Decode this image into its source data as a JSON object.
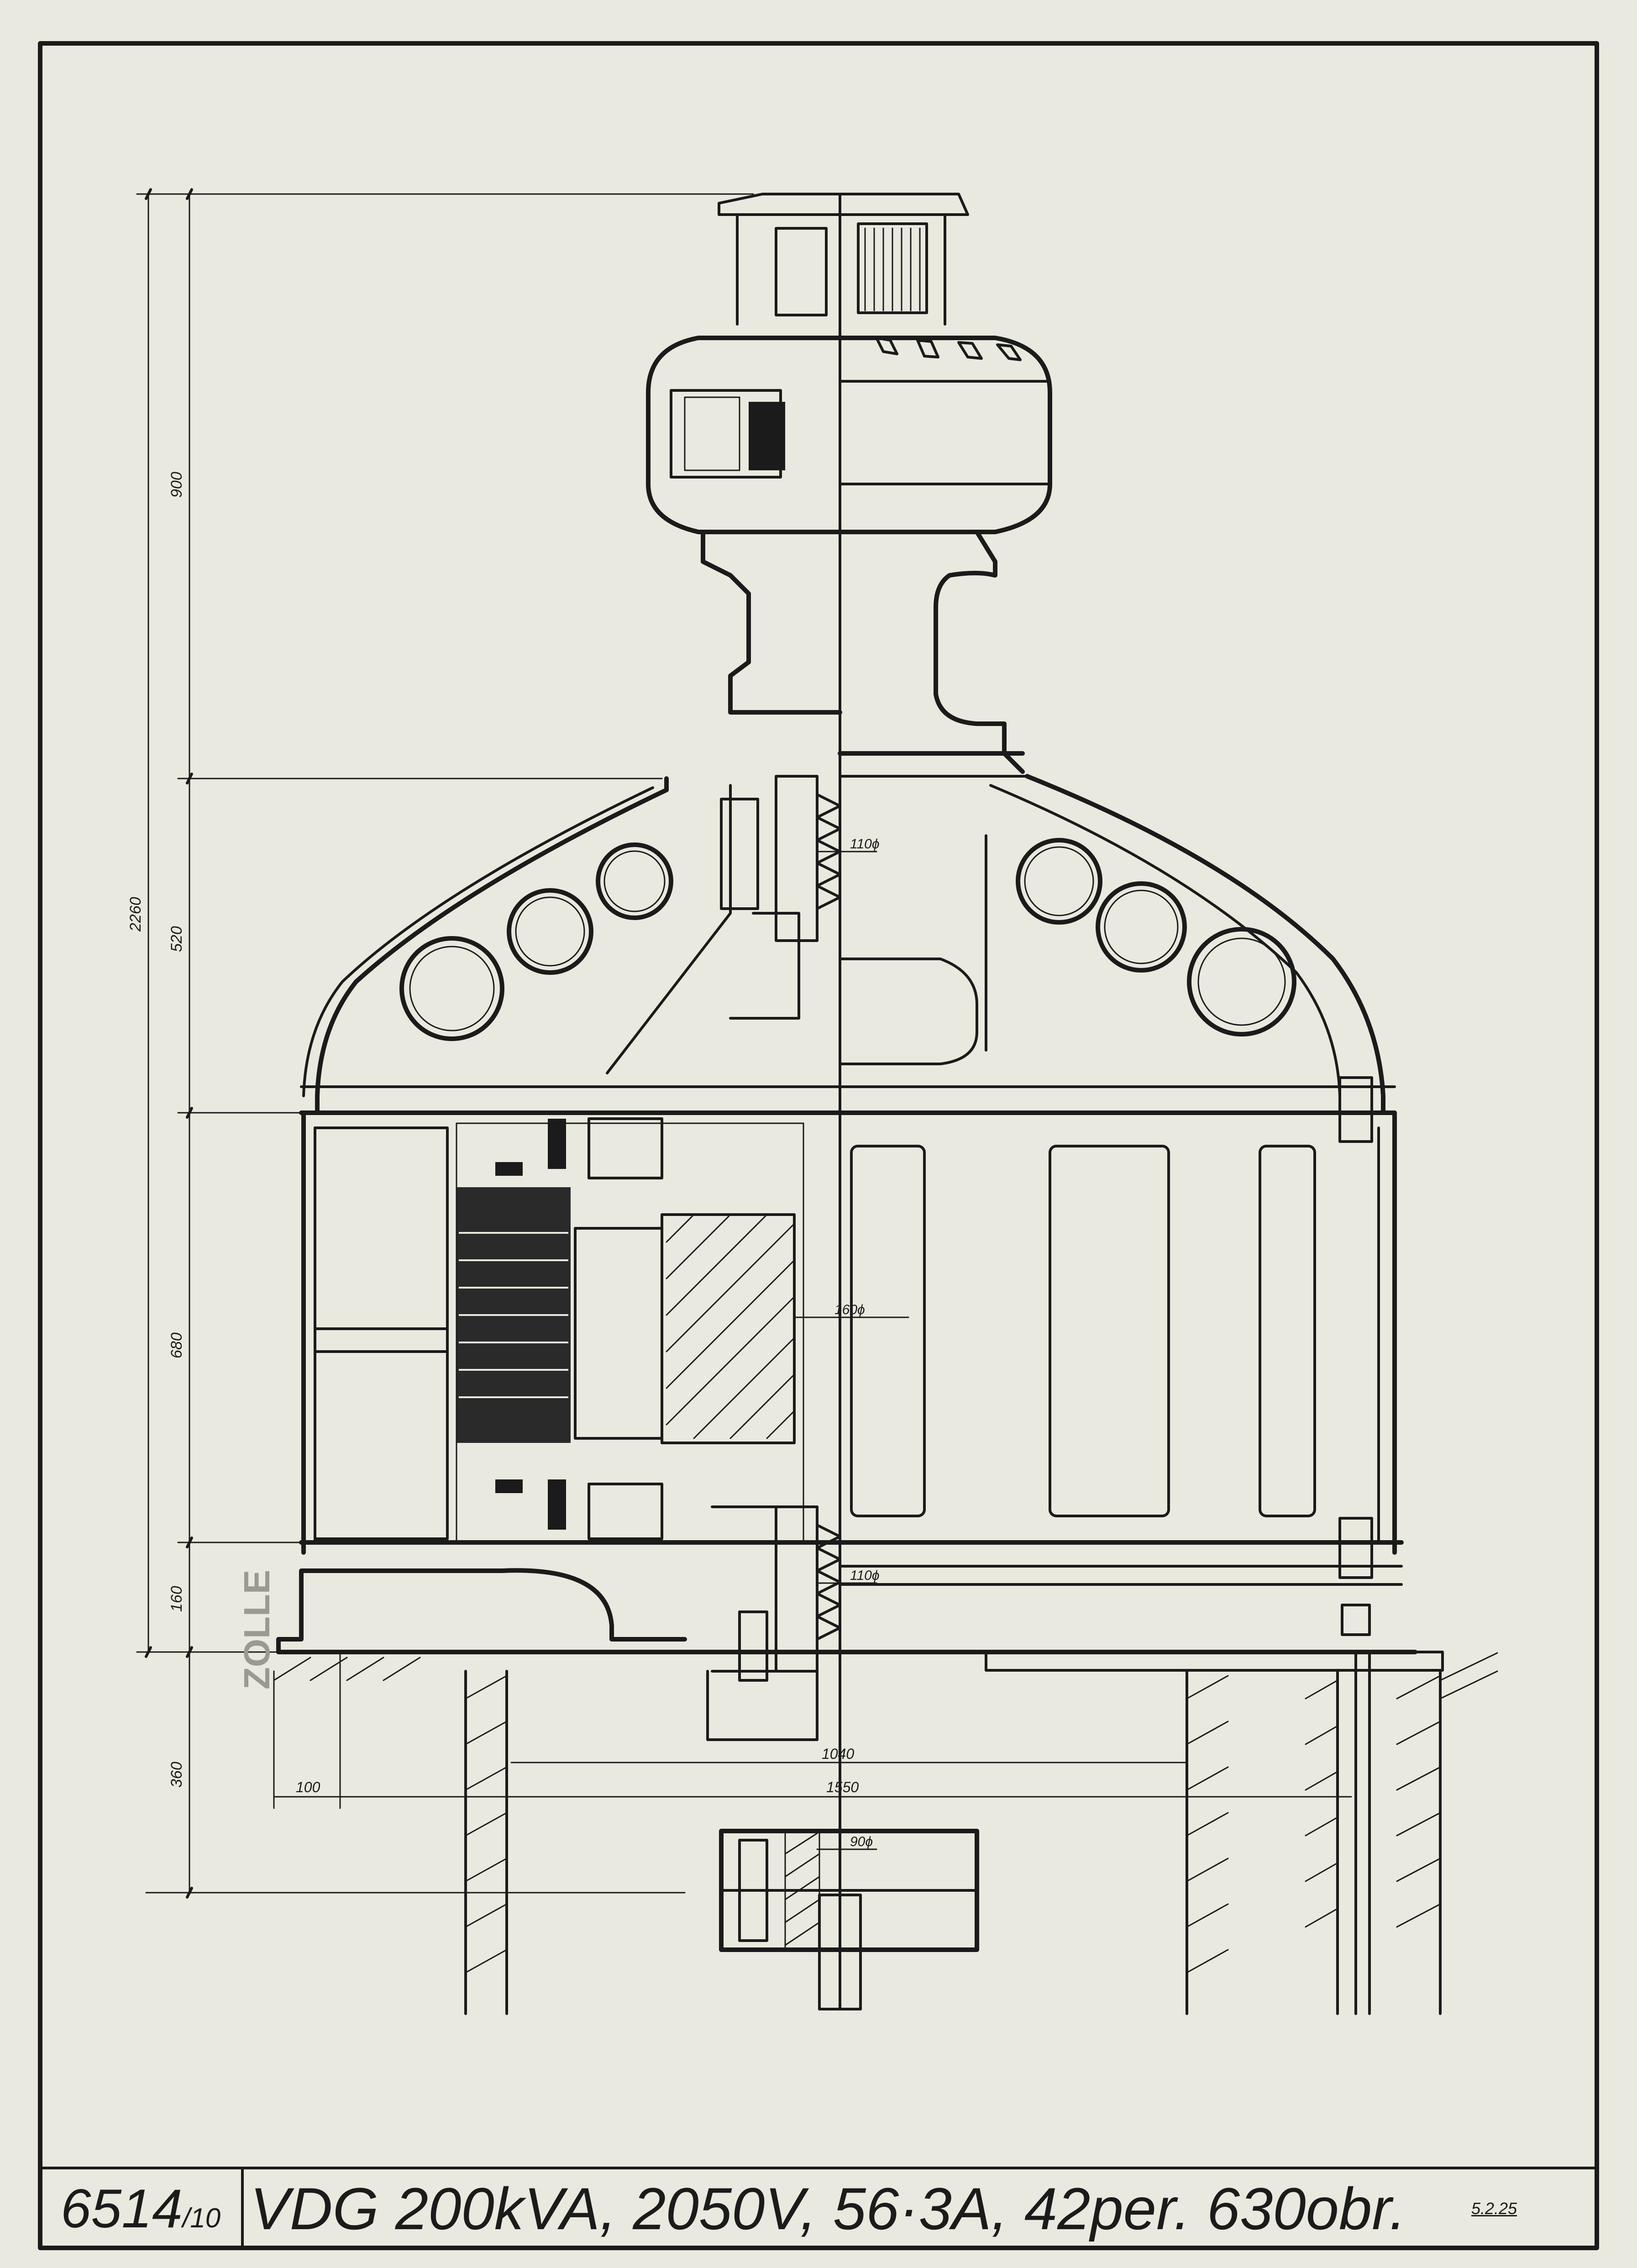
{
  "title_block": {
    "drawing_no": "6514",
    "drawing_sub": "/10",
    "description": "VDG  200kVA, 2050V, 56·3A, 42per. 630obr.",
    "date": "5.2.25"
  },
  "dimensions": {
    "overall_height": "2260",
    "upper_height": "900",
    "frame_height": "520",
    "stator_height": "680",
    "base_height": "160",
    "foundation_depth": "360",
    "offset": "100",
    "width_inner": "1040",
    "width_outer": "1550",
    "shaft_upper": "110ϕ",
    "shaft_middle": "160ϕ",
    "shaft_lower": "110ϕ",
    "shaft_coupling": "90ϕ"
  },
  "stamp": {
    "text": "ZOLLE"
  }
}
